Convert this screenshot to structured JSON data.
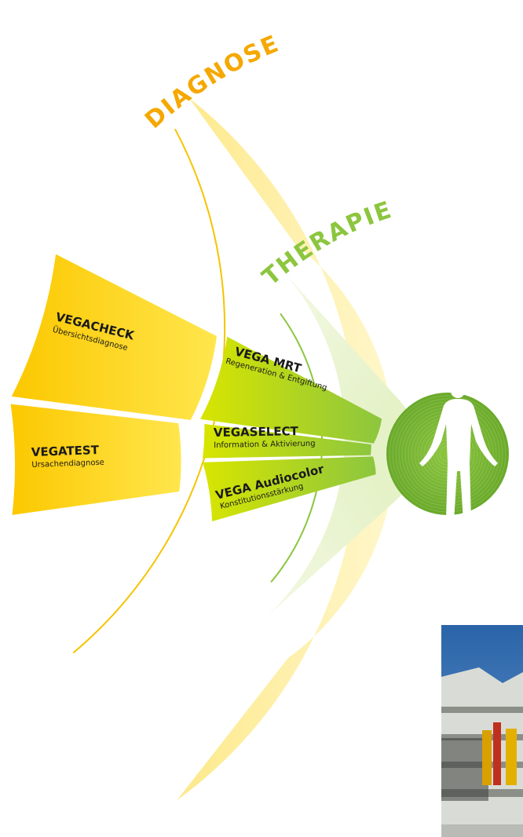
{
  "diagnose": {
    "heading": "DIAGNOSE",
    "color": "#f5a800",
    "items": [
      {
        "title": "VEGACHECK",
        "subtitle": "Übersichtsdiagnose"
      },
      {
        "title": "VEGATEST",
        "subtitle": "Ursachendiagnose"
      }
    ]
  },
  "therapie": {
    "heading": "THERAPIE",
    "color": "#8cc63f",
    "items": [
      {
        "title": "VEGA MRT",
        "subtitle": "Regeneration & Entgiftung"
      },
      {
        "title": "VEGASELECT",
        "subtitle": "Information & Aktivierung"
      },
      {
        "title": "VEGA Audiocolor",
        "subtitle": "Konstitutionsstärkung"
      }
    ]
  },
  "center": {
    "icon": "human-figure-icon",
    "color": "#7ab929"
  },
  "photo": {
    "icon": "building-photo"
  }
}
